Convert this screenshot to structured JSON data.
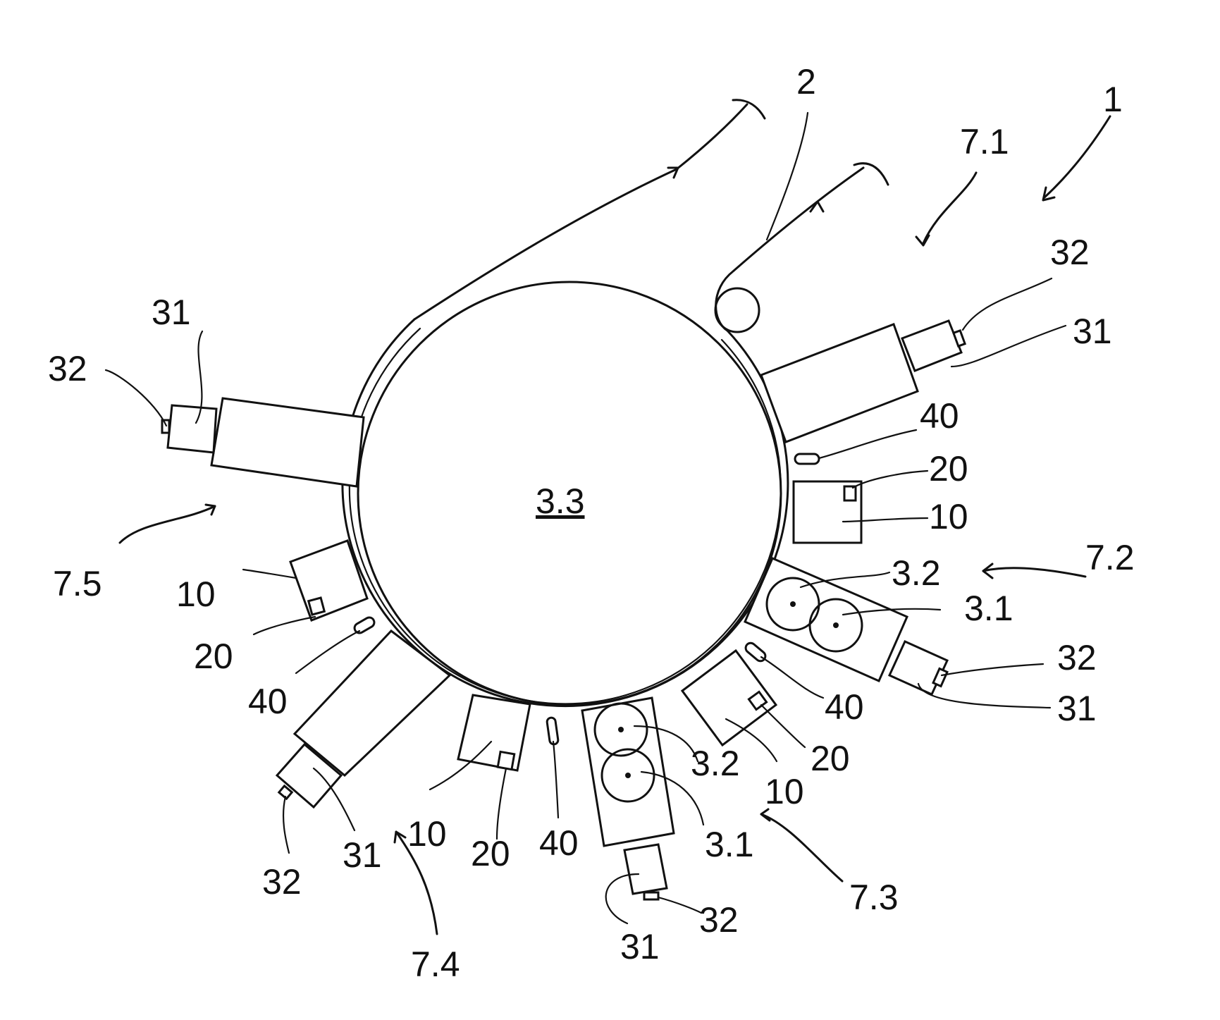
{
  "figure": {
    "center_label": "3.3",
    "labels": {
      "machine": "1",
      "web": "2",
      "unit_7_1": "7.1",
      "unit_7_2": "7.2",
      "unit_7_3": "7.3",
      "unit_7_4": "7.4",
      "unit_7_5": "7.5",
      "u1_32": "32",
      "u1_31": "31",
      "u1_40": "40",
      "u1_20": "20",
      "u1_10": "10",
      "u2_32_top": "3.2",
      "u2_31_top": "3.1",
      "u2_32": "32",
      "u2_31": "31",
      "u2_40": "40",
      "u2_20": "20",
      "u2_10": "10",
      "u3_32_roll": "3.2",
      "u3_31_roll": "3.1",
      "u3_32": "32",
      "u3_31": "31",
      "u4_40": "40",
      "u4_20": "20",
      "u4_10": "10",
      "u4_31": "31",
      "u4_32": "32",
      "u5_40": "40",
      "u5_20": "20",
      "u5_10": "10",
      "u5_31": "31",
      "u5_32": "32"
    }
  }
}
